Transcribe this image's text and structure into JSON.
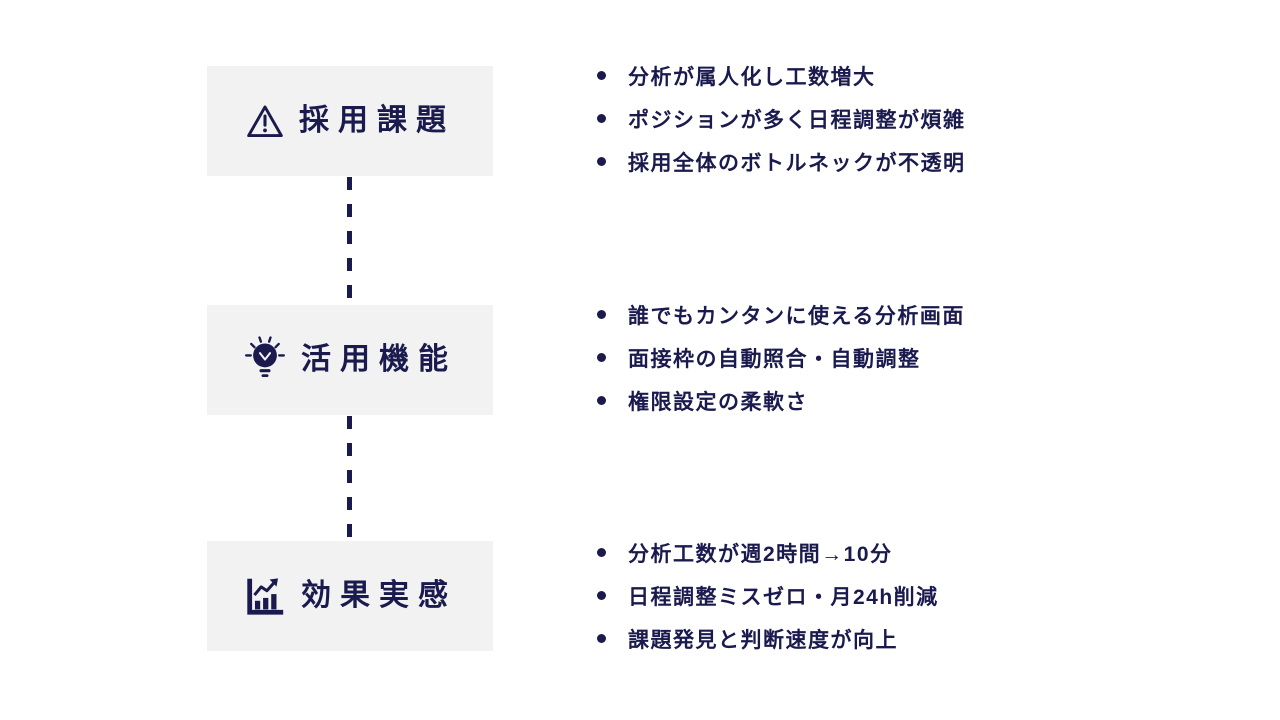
{
  "page": {
    "background": "#ffffff",
    "accent": "#1a1a4e",
    "box_background": "#f2f2f2"
  },
  "sections": [
    {
      "icon": "warning-icon",
      "title": "採用課題",
      "bullets": [
        "分析が属人化し工数増大",
        "ポジションが多く日程調整が煩雑",
        "採用全体のボトルネックが不透明"
      ]
    },
    {
      "icon": "lightbulb-icon",
      "title": "活用機能",
      "bullets": [
        "誰でもカンタンに使える分析画面",
        "面接枠の自動照合・自動調整",
        "権限設定の柔軟さ"
      ]
    },
    {
      "icon": "chart-icon",
      "title": "効果実感",
      "bullets": [
        "分析工数が週2時間→10分",
        "日程調整ミスゼロ・月24h削減",
        "課題発見と判断速度が向上"
      ]
    }
  ]
}
